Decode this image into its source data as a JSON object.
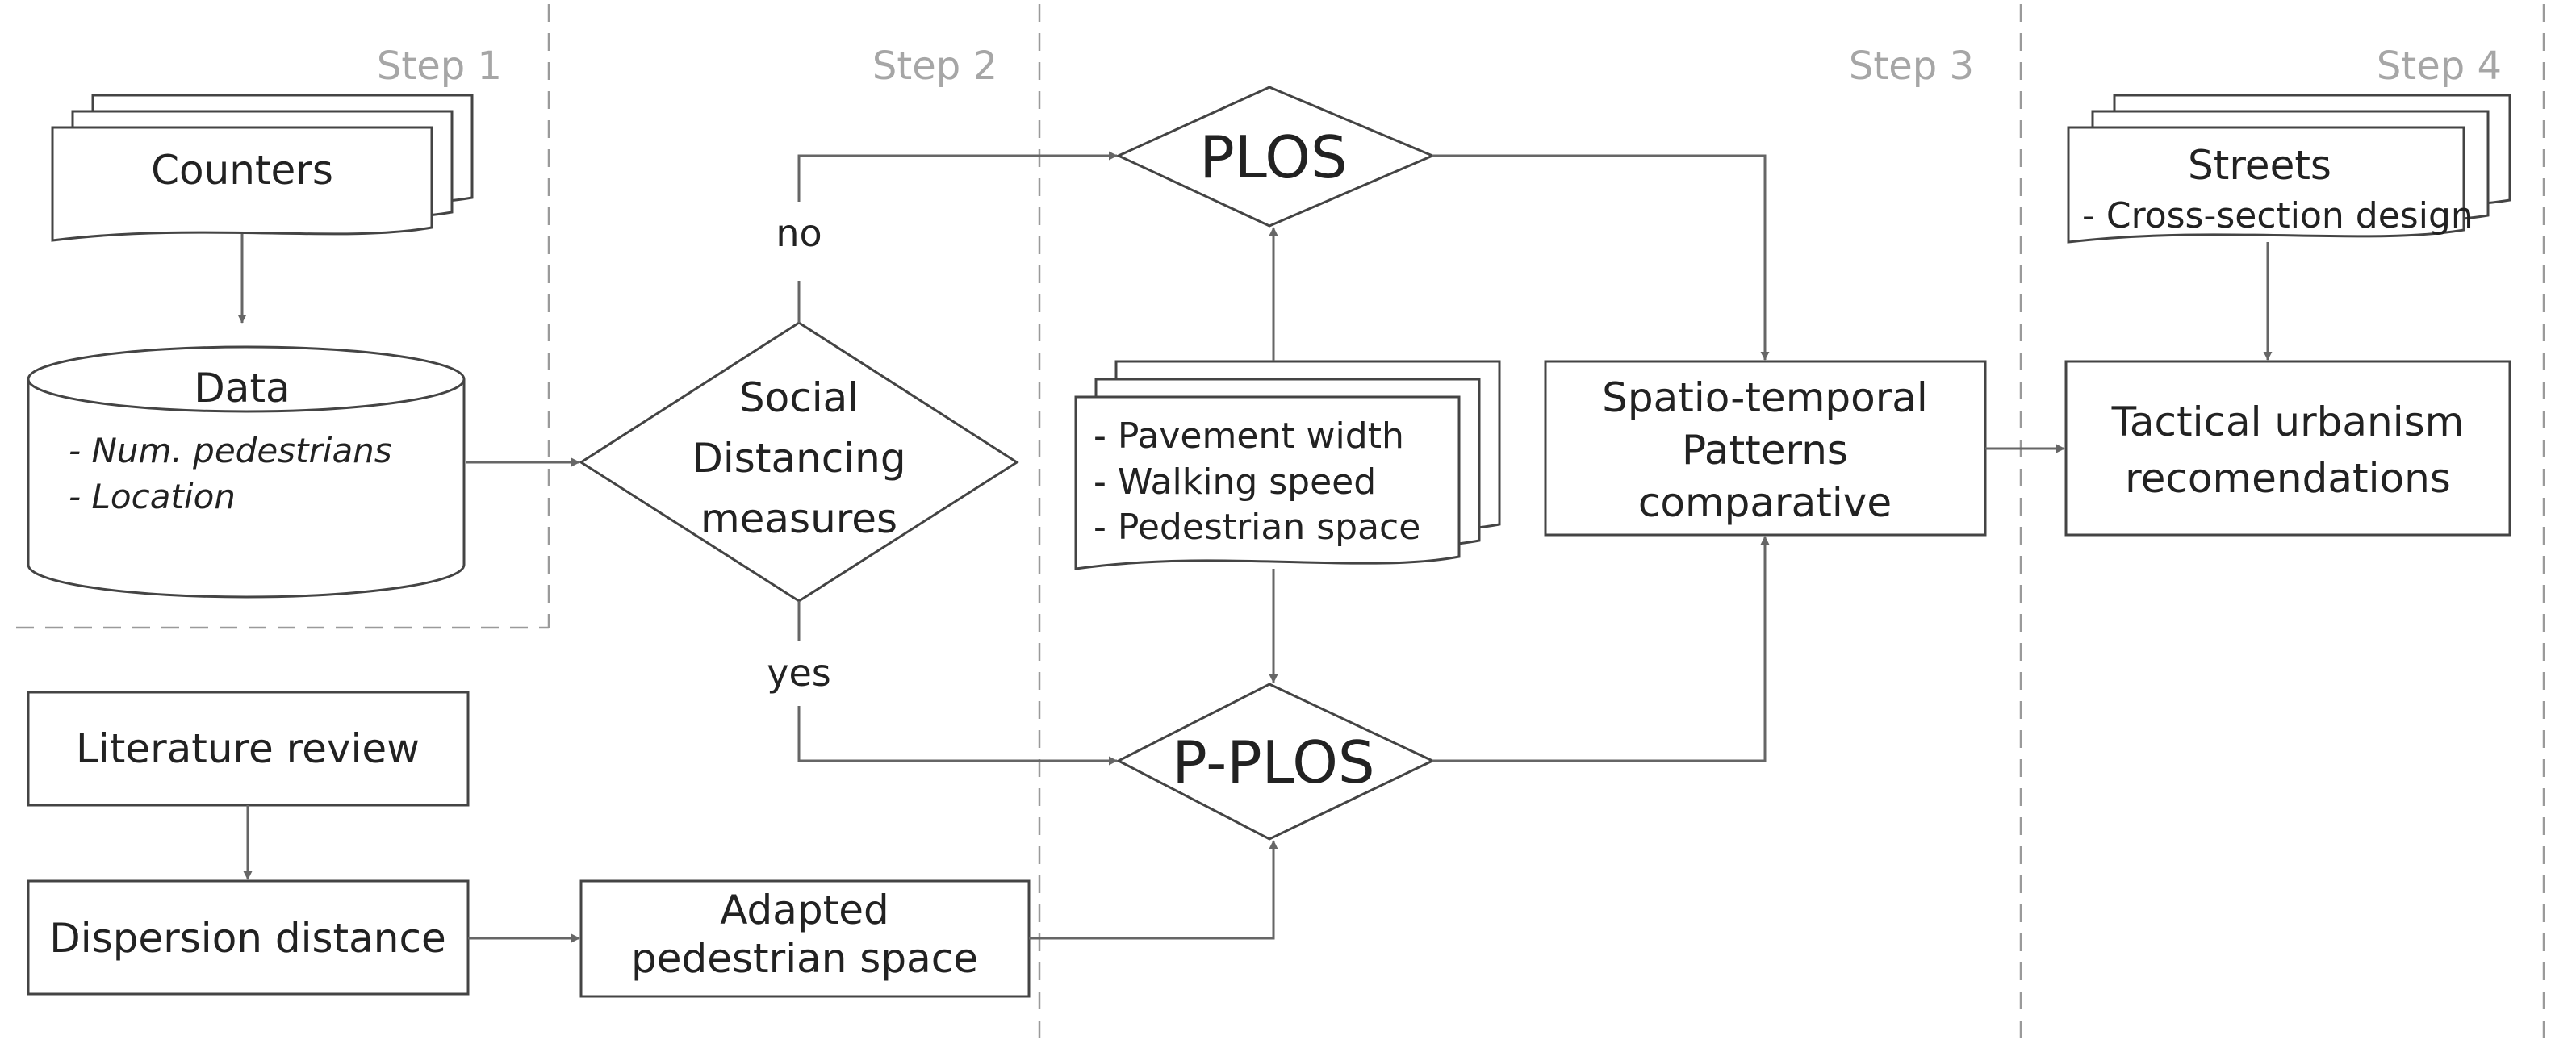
{
  "steps": [
    "Step 1",
    "Step 2",
    "Step 3",
    "Step 4"
  ],
  "nodes": {
    "counters": "Counters",
    "data_title": "Data",
    "data_items": [
      "- Num. pedestrians",
      "- Location"
    ],
    "literature": "Literature review",
    "dispersion": "Dispersion distance",
    "adapted": [
      "Adapted",
      "pedestrian space"
    ],
    "social": [
      "Social",
      "Distancing",
      "measures"
    ],
    "plos": "PLOS",
    "pplos": "P-PLOS",
    "params": [
      "- Pavement width",
      "- Walking speed",
      "- Pedestrian space"
    ],
    "spatio": [
      "Spatio-temporal",
      "Patterns",
      "comparative"
    ],
    "streets_title": "Streets",
    "streets_sub": "- Cross-section design",
    "tactical": [
      "Tactical urbanism",
      "recomendations"
    ]
  },
  "edges": {
    "no": "no",
    "yes": "yes"
  },
  "colors": {
    "stroke": "#444444",
    "text": "#222222",
    "step_label": "#a6a6a6",
    "dash": "#9a9a9a"
  }
}
